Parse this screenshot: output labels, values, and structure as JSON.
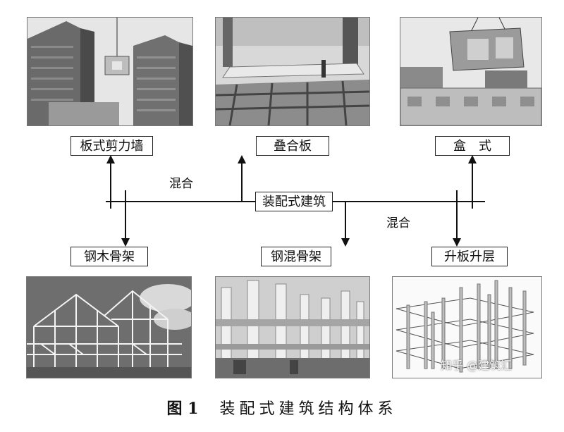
{
  "top_boxes": {
    "shear_wall": "板式剪力墙",
    "slab": "叠合板",
    "box": "盒　式"
  },
  "center_box": "装配式建筑",
  "mix_left": "混合",
  "mix_right": "混合",
  "bottom_boxes": {
    "steel_wood": "钢木骨架",
    "steel_concrete": "钢混骨架",
    "lift_slab": "升板升层"
  },
  "caption": {
    "number": "图 1",
    "title": "装配式建筑结构体系"
  },
  "watermark": "知乎 @建筑汇"
}
